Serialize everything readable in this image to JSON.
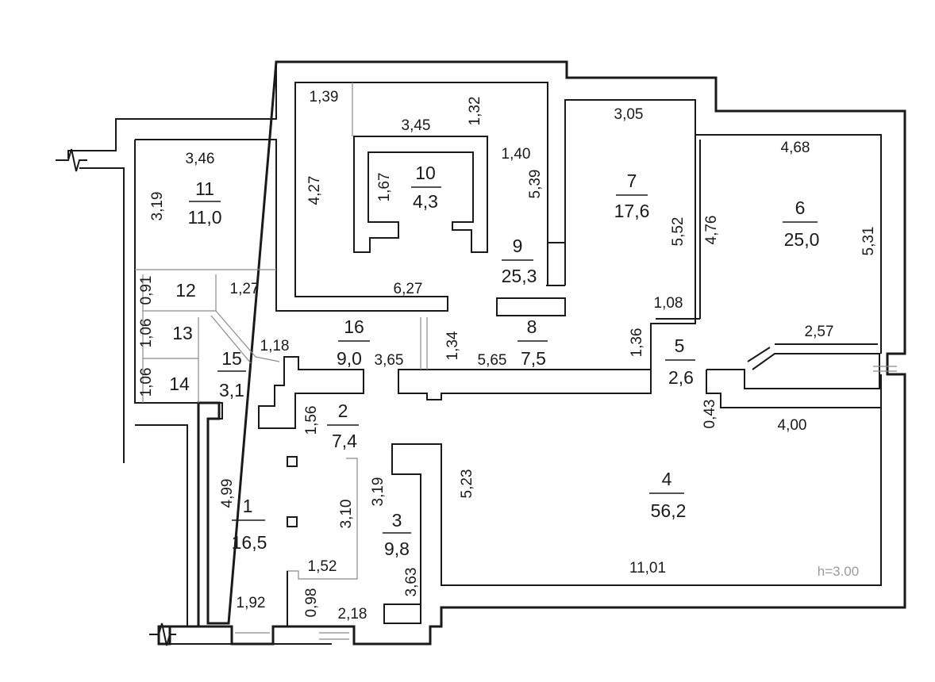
{
  "height_note": "h=3.00",
  "rooms": [
    {
      "id": "r1",
      "num": "1",
      "area": "16,5"
    },
    {
      "id": "r2",
      "num": "2",
      "area": "7,4"
    },
    {
      "id": "r3",
      "num": "3",
      "area": "9,8"
    },
    {
      "id": "r4",
      "num": "4",
      "area": "56,2"
    },
    {
      "id": "r5",
      "num": "5",
      "area": "2,6"
    },
    {
      "id": "r6",
      "num": "6",
      "area": "25,0"
    },
    {
      "id": "r7",
      "num": "7",
      "area": "17,6"
    },
    {
      "id": "r8",
      "num": "8",
      "area": "7,5"
    },
    {
      "id": "r9",
      "num": "9",
      "area": "25,3"
    },
    {
      "id": "r10",
      "num": "10",
      "area": "4,3"
    },
    {
      "id": "r11",
      "num": "11",
      "area": "11,0"
    },
    {
      "id": "r12",
      "num": "12",
      "area": ""
    },
    {
      "id": "r13",
      "num": "13",
      "area": ""
    },
    {
      "id": "r14",
      "num": "14",
      "area": ""
    },
    {
      "id": "r15",
      "num": "15",
      "area": "3,1"
    },
    {
      "id": "r16",
      "num": "16",
      "area": "9,0"
    }
  ],
  "dimensions": {
    "d_3_46": "3,46",
    "d_3_19_a": "3,19",
    "d_1_39": "1,39",
    "d_3_45": "3,45",
    "d_1_32": "1,32",
    "d_1_40": "1,40",
    "d_5_39": "5,39",
    "d_1_67": "1,67",
    "d_4_27": "4,27",
    "d_3_05": "3,05",
    "d_4_68": "4,68",
    "d_5_52": "5,52",
    "d_4_76": "4,76",
    "d_5_31": "5,31",
    "d_0_91": "0,91",
    "d_1_27": "1,27",
    "d_6_27": "6,27",
    "d_1_06_a": "1,06",
    "d_1_06_b": "1,06",
    "d_1_18": "1,18",
    "d_3_65": "3,65",
    "d_1_34": "1,34",
    "d_5_65": "5,65",
    "d_1_08": "1,08",
    "d_1_36": "1,36",
    "d_2_57": "2,57",
    "d_0_43": "0,43",
    "d_4_00": "4,00",
    "d_1_56": "1,56",
    "d_3_19_b": "3,19",
    "d_3_10": "3,10",
    "d_5_23": "5,23",
    "d_4_99": "4,99",
    "d_1_52": "1,52",
    "d_1_92": "1,92",
    "d_0_98": "0,98",
    "d_2_18": "2,18",
    "d_3_63": "3,63",
    "d_11_01": "11,01"
  }
}
